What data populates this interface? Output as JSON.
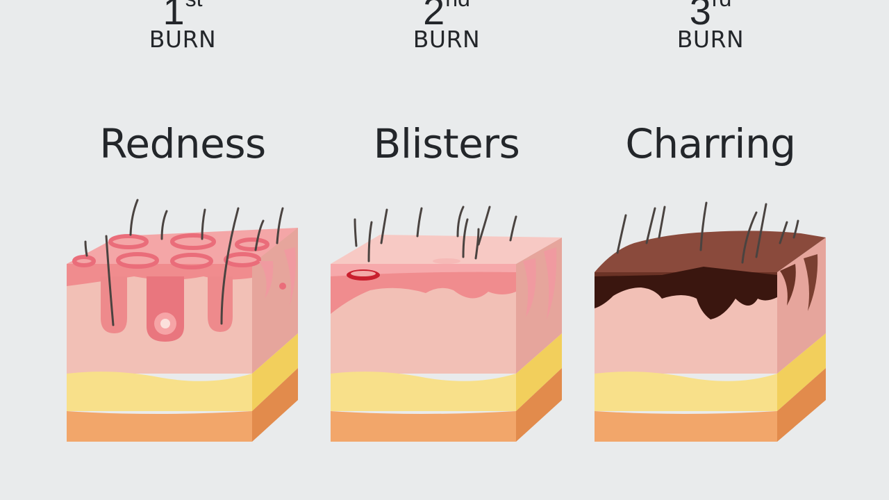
{
  "panels": [
    {
      "degree_number": "1",
      "degree_suffix": "st",
      "burn_label": "BURN",
      "symptom": "Redness"
    },
    {
      "degree_number": "2",
      "degree_suffix": "nd",
      "burn_label": "BURN",
      "symptom": "Blisters"
    },
    {
      "degree_number": "3",
      "degree_suffix": "rd",
      "burn_label": "BURN",
      "symptom": "Charring"
    }
  ],
  "colors": {
    "background": "#e9ebec",
    "text": "#23262a",
    "skin": "#f2c0b6",
    "skin_side": "#e6a59c",
    "fat": "#f8e08a",
    "fat_side": "#f2cf5c",
    "muscle": "#f2a66a",
    "muscle_side": "#e28b4c",
    "redness": "#ea6d7a",
    "char": "#3a160f",
    "char_crust": "#8a4a3c"
  },
  "icons": [
    "hair-strand",
    "blister",
    "redness-ring",
    "char-crust"
  ]
}
